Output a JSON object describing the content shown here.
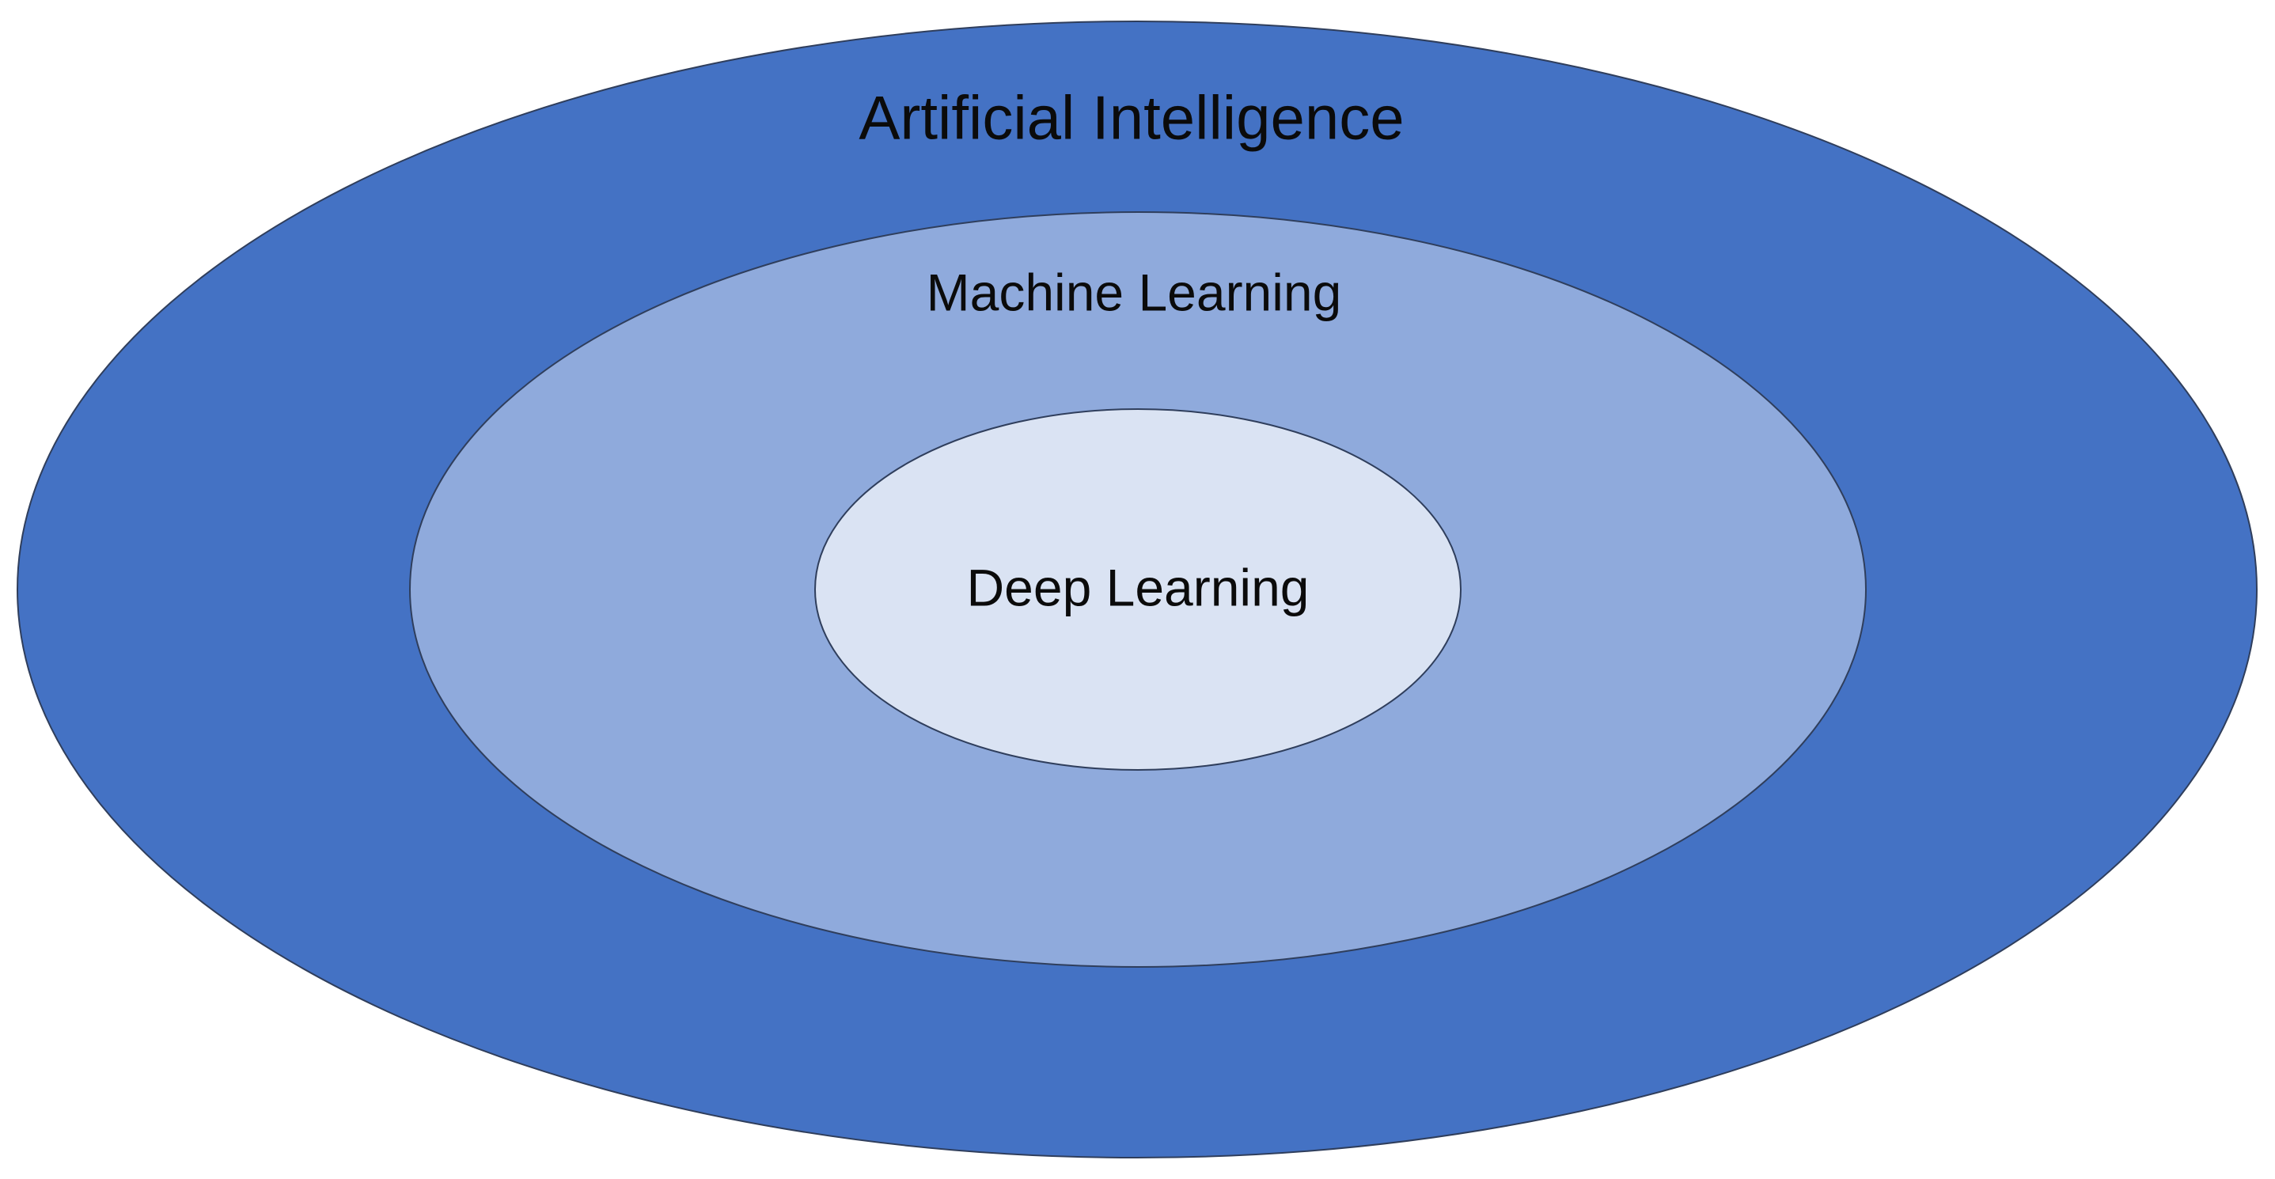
{
  "diagram": {
    "rings": [
      {
        "label": "Artificial Intelligence",
        "fill": "#4472C4"
      },
      {
        "label": "Machine Learning",
        "fill": "#8FAADC"
      },
      {
        "label": "Deep Learning",
        "fill": "#DAE3F3"
      }
    ],
    "outline_color": "#2F3E5C"
  }
}
